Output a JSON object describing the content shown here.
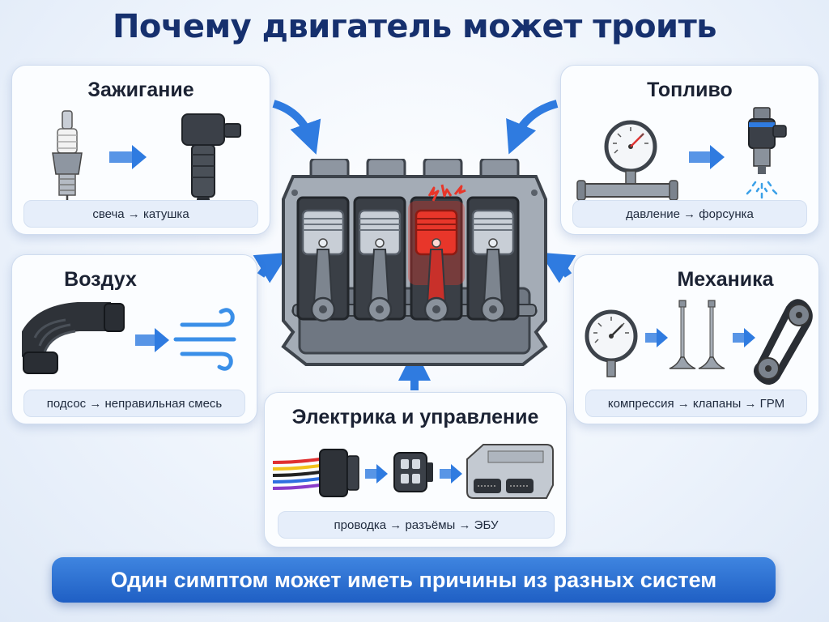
{
  "title": "Почему двигатель может троить",
  "cards": {
    "ignition": {
      "title": "Зажигание",
      "caption": "свеча → катушка",
      "icons": [
        "spark-plug-icon",
        "ignition-coil-icon"
      ]
    },
    "fuel": {
      "title": "Топливо",
      "caption": "давление → форсунка",
      "icons": [
        "pressure-gauge-icon",
        "fuel-injector-icon"
      ]
    },
    "air": {
      "title": "Воздух",
      "caption": "подсос → неправильная смесь",
      "icons": [
        "intake-hose-icon",
        "airflow-icon"
      ]
    },
    "mechanics": {
      "title": "Механика",
      "caption": "компрессия → клапаны → ГРМ",
      "icons": [
        "compression-gauge-icon",
        "valves-icon",
        "timing-belt-icon"
      ]
    },
    "electrics": {
      "title": "Электрика и управление",
      "caption": "проводка → разъёмы → ЭБУ",
      "icons": [
        "wiring-harness-icon",
        "connector-icon",
        "ecu-icon"
      ]
    }
  },
  "engine": {
    "cylinders": 4,
    "misfiring_cylinder": 3,
    "highlight_color": "#e8362a"
  },
  "colors": {
    "accent": "#2f7be0",
    "title": "#16306e",
    "banner": "#2a6fd6"
  },
  "banner": "Один симптом может иметь причины из разных систем"
}
